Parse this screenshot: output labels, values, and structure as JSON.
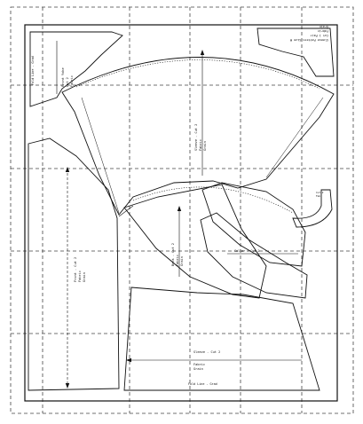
{
  "sheet": {
    "fold_line_top": "Fold Line - Grad",
    "fold_line_bottom": "Fold Line - Grad",
    "title_block": {
      "lines": [
        "Sleeve Pattern Size M",
        "Cut 1 Pair",
        "Fabric",
        "Grain"
      ]
    },
    "piece_labels": {
      "top_left": [
        "Front Yoke",
        "Cut 2",
        "Fabric"
      ],
      "yoke_arc": [
        "Sleeve - Cut 2",
        "Fabric",
        "Grain"
      ],
      "center": [
        "Back - Cut 2",
        "Fabric",
        "Grain"
      ],
      "left_panel": [
        "Front - Cut 2",
        "Fabric",
        "Grain"
      ],
      "bottom": [
        "Sleeve - Cut 2",
        "Fabric",
        "Grain"
      ],
      "mid_strip": "Collar - Cut 2"
    },
    "notch_small": [
      "Cut 2",
      "Fab"
    ]
  },
  "colors": {
    "ink": "#111111",
    "paper": "#ffffff",
    "guide": "#444444"
  }
}
